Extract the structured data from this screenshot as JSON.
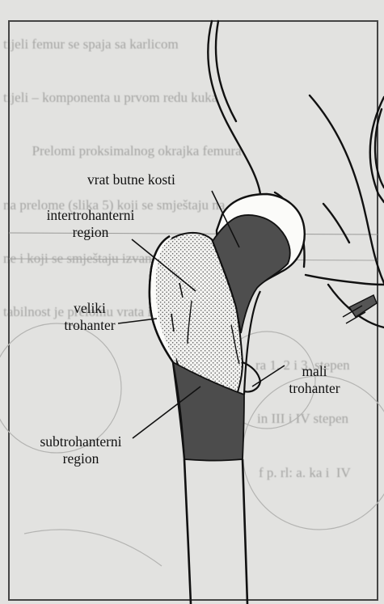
{
  "background_text": {
    "lines": [
      "tijeli femur se spaja sa karlicom",
      "tijeli – komponenta u prvom redu kuka",
      "      Prelomi proksimalnog okrajka femura",
      "na prelome (slika 5) koji se smještaju na",
      "ne i koji se smještaju izvan čahure zgloba",
      "tabilnost je prelomu vrata i tijela butne kosti",
      "ra 1. 2 i 3. stepen",
      "in III i IV stepen",
      "f p. rl: a. ka i  IV"
    ]
  },
  "labels": {
    "vrat": "vrat butne kosti",
    "intertrohanterni": [
      "intertrohanterni",
      "region"
    ],
    "veliki": [
      "veliki",
      "trohanter"
    ],
    "mali": [
      "mali",
      "trohanter"
    ],
    "subtrohanterni": [
      "subtrohanterni",
      "region"
    ]
  },
  "colors": {
    "paper": "#e2e2e0",
    "ink": "#111111",
    "dark_region": "#4a4a4a",
    "stipple": "#555555"
  }
}
